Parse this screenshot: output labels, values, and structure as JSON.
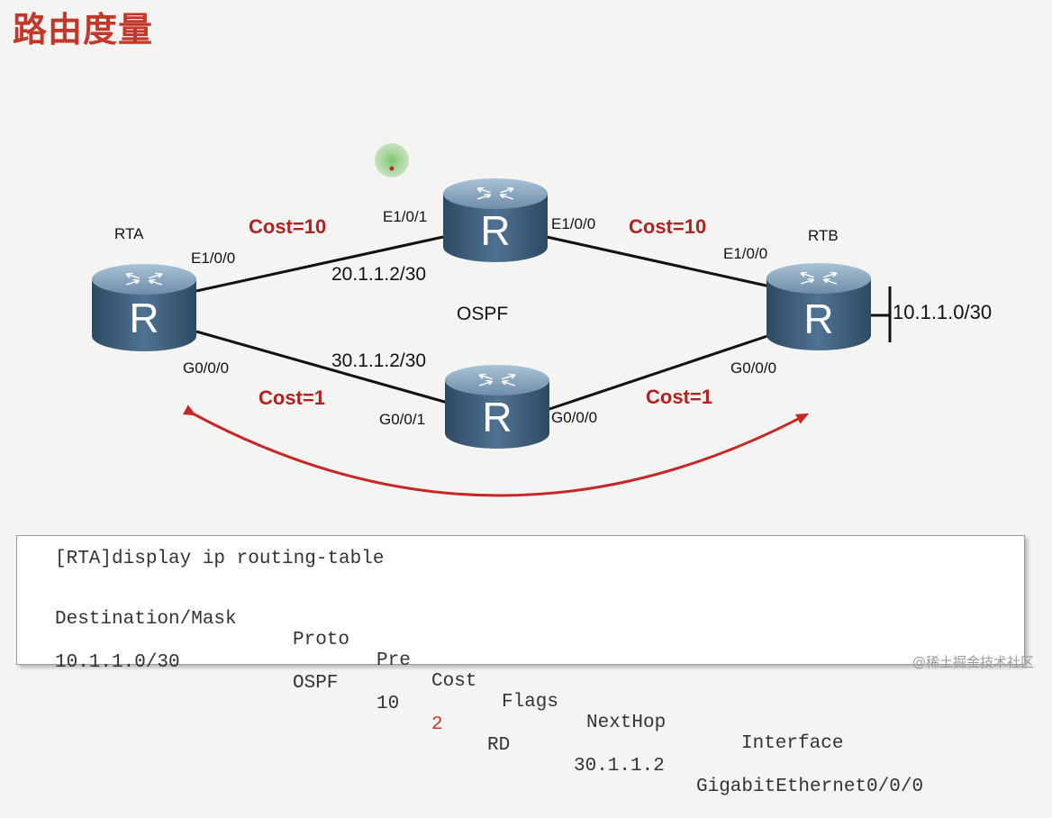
{
  "title": "路由度量",
  "routers": {
    "rta": {
      "name": "RTA",
      "symbol": "R"
    },
    "rtb": {
      "name": "RTB",
      "symbol": "R"
    },
    "top": {
      "symbol": "R"
    },
    "bottom": {
      "symbol": "R"
    }
  },
  "interfaces": {
    "rta_e": "E1/0/0",
    "rta_g": "G0/0/0",
    "top_left": "E1/0/1",
    "top_right": "E1/0/0",
    "bottom_left": "G0/0/1",
    "bottom_right": "G0/0/0",
    "rtb_e": "E1/0/0",
    "rtb_g": "G0/0/0"
  },
  "addresses": {
    "top": "20.1.1.2/30",
    "bottom": "30.1.1.2/30",
    "stub": "10.1.1.0/30"
  },
  "protocol": "OSPF",
  "costs": {
    "top_left": "Cost=10",
    "top_right": "Cost=10",
    "bottom_left": "Cost=1",
    "bottom_right": "Cost=1"
  },
  "terminal": {
    "command": "[RTA]display ip routing-table",
    "headers": [
      "Destination/Mask",
      "Proto",
      "Pre",
      "Cost",
      "Flags",
      "NextHop",
      "Interface"
    ],
    "row": [
      "10.1.1.0/30",
      "OSPF",
      "10",
      "2",
      "RD",
      "30.1.1.2",
      "GigabitEthernet0/0/0"
    ]
  },
  "watermark": "@稀土掘金技术社区",
  "colors": {
    "accent": "#c0392b",
    "router_body": "#41607c",
    "router_top": "#7a9ab5"
  }
}
